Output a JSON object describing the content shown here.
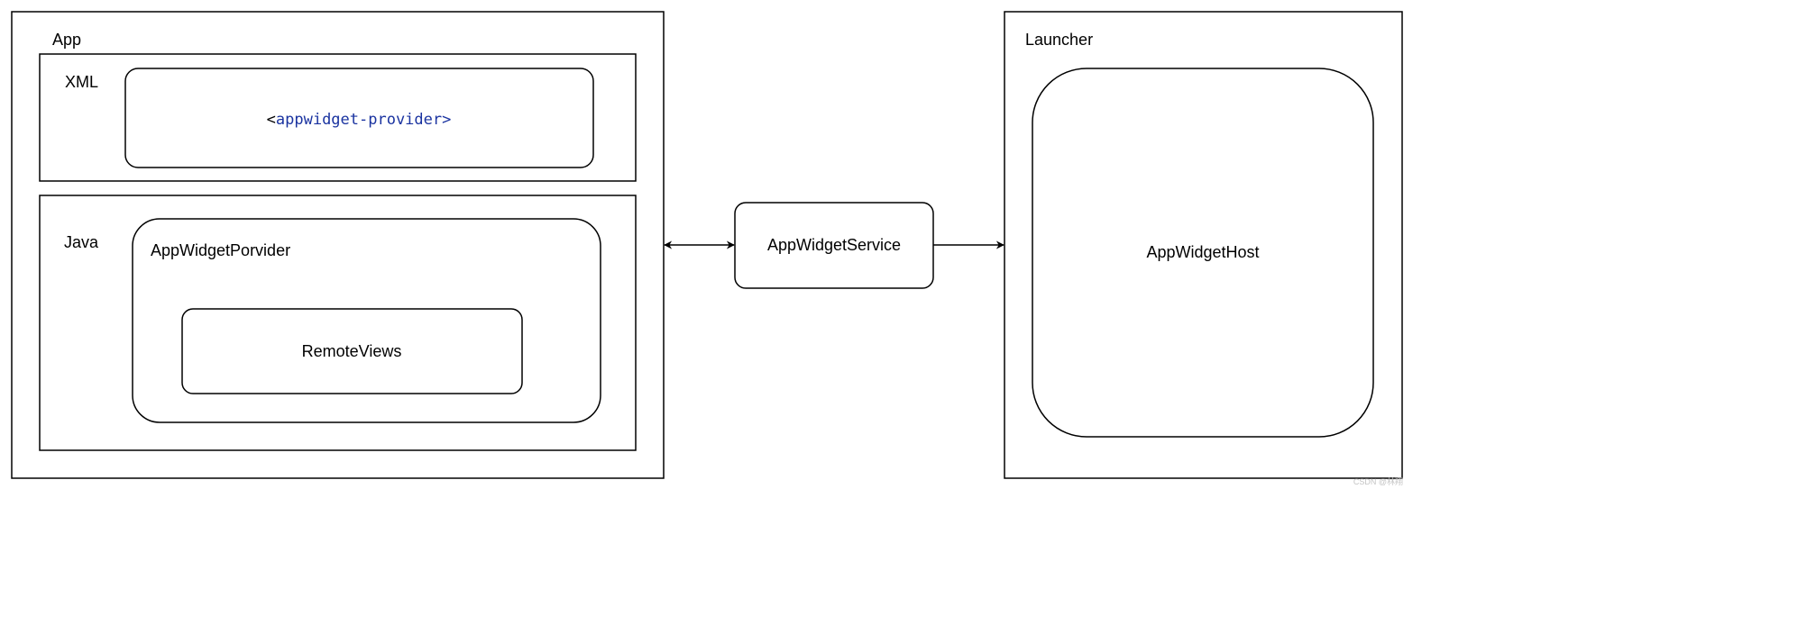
{
  "app": {
    "title": "App",
    "xml_section": {
      "label": "XML",
      "provider_tag_open": "<",
      "provider_tag_rest": "appwidget-provider>"
    },
    "java_section": {
      "label": "Java",
      "provider_class": "AppWidgetPorvider",
      "remote_views": "RemoteViews"
    }
  },
  "service": {
    "label": "AppWidgetService"
  },
  "launcher": {
    "title": "Launcher",
    "host": "AppWidgetHost"
  },
  "watermark": "CSDN @林翔",
  "colors": {
    "stroke": "#000000",
    "code_blue": "#1a33a0",
    "code_black": "#000000"
  }
}
